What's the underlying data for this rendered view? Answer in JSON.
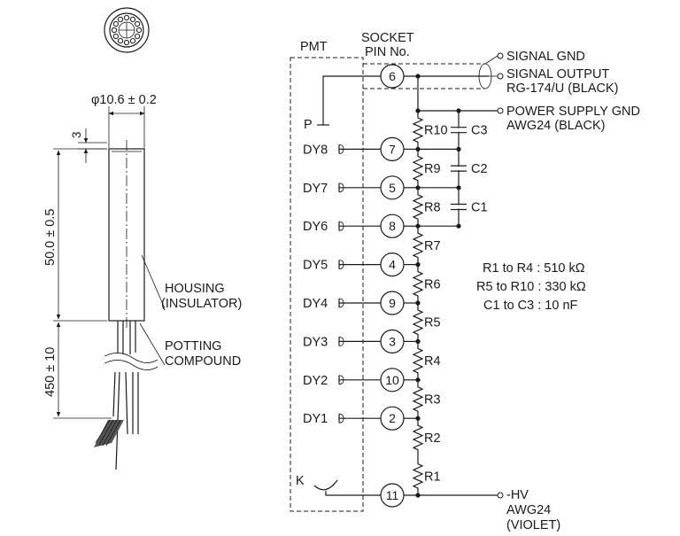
{
  "dimensions": {
    "diameter": "φ10.6 ± 0.2",
    "cap_height": "3",
    "body_length": "50.0 ± 0.5",
    "lead_length": "450 ± 10"
  },
  "callouts": {
    "housing_line1": "HOUSING",
    "housing_line2": "(INSULATOR)",
    "potting_line1": "POTTING",
    "potting_line2": "COMPOUND"
  },
  "schematic": {
    "pmt_label": "PMT",
    "socket_line1": "SOCKET",
    "socket_line2": "PIN No.",
    "p_label": "P",
    "k_label": "K",
    "dynodes": [
      {
        "name": "DY8",
        "pin": "7"
      },
      {
        "name": "DY7",
        "pin": "5"
      },
      {
        "name": "DY6",
        "pin": "8"
      },
      {
        "name": "DY5",
        "pin": "4"
      },
      {
        "name": "DY4",
        "pin": "9"
      },
      {
        "name": "DY3",
        "pin": "3"
      },
      {
        "name": "DY2",
        "pin": "10"
      },
      {
        "name": "DY1",
        "pin": "2"
      }
    ],
    "anode_pin": "6",
    "cathode_pin": "11",
    "resistors": [
      "R10",
      "R9",
      "R8",
      "R7",
      "R6",
      "R5",
      "R4",
      "R3",
      "R2",
      "R1"
    ],
    "capacitors": [
      "C3",
      "C2",
      "C1"
    ],
    "outputs": {
      "signal_gnd": "SIGNAL GND",
      "signal_output": "SIGNAL OUTPUT",
      "signal_cable": "RG-174/U (BLACK)",
      "ps_gnd": "POWER SUPPLY GND",
      "ps_gnd_wire": "AWG24 (BLACK)",
      "hv": "-HV",
      "hv_wire": "AWG24",
      "hv_color": "(VIOLET)"
    },
    "specs": {
      "r1_r4": "R1 to R4 : 510 kΩ",
      "r5_r10": "R5 to R10 : 330 kΩ",
      "c1_c3": "C1 to C3 : 10 nF"
    }
  }
}
